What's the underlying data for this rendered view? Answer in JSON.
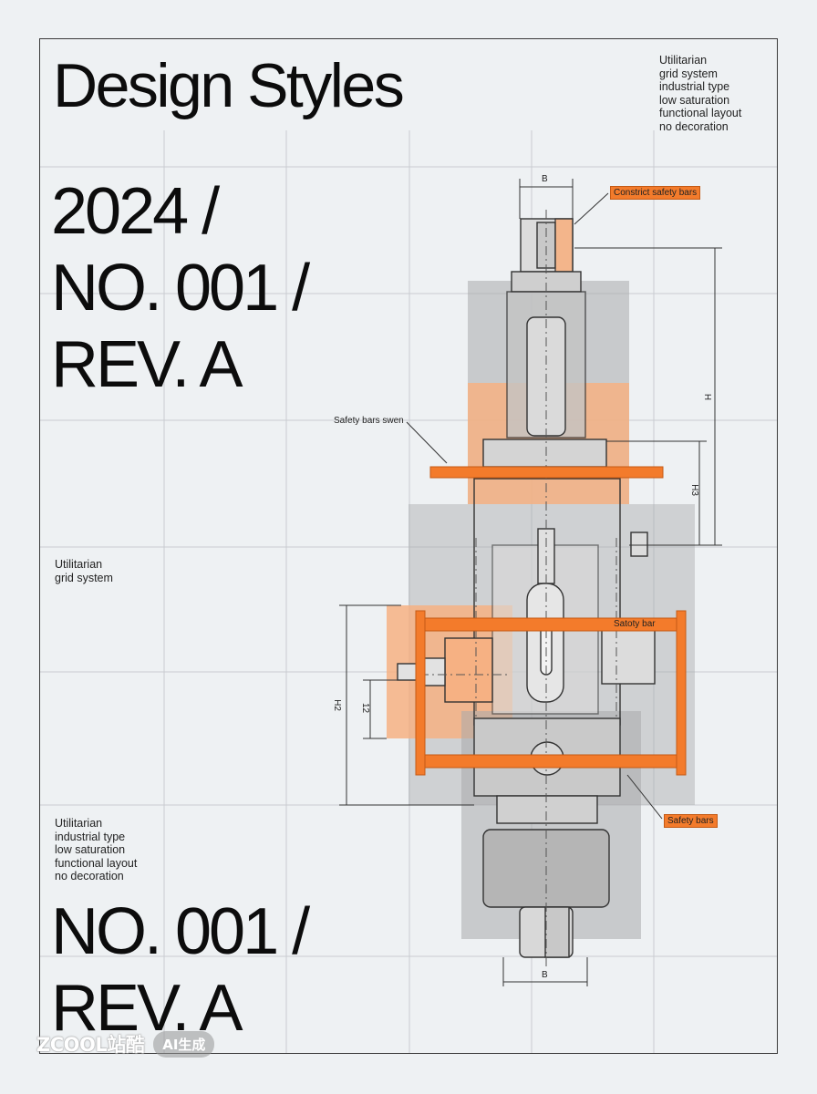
{
  "poster": {
    "title": "Design Styles",
    "headline_lines": [
      "2024 /",
      "NO. 001 /",
      "REV. A"
    ],
    "footer_lines": [
      "NO. 001 /",
      "REV. A"
    ],
    "notes_top_right": [
      "Utilitarian",
      "grid system",
      "industrial type",
      "low saturation",
      "functional layout",
      "no decoration"
    ],
    "notes_middle_left": [
      "Utilitarian",
      "grid system"
    ],
    "notes_bottom_left": [
      "Utilitarian",
      "industrial type",
      "low saturation",
      "functional layout",
      "no decoration"
    ]
  },
  "drawing": {
    "callout_top": "Constrict safety bars",
    "callout_bottom": "Safety bars",
    "label_sweep": "Safety bars swen",
    "label_bar": "Satoty bar",
    "dim_b_top": "B",
    "dim_b_bottom": "B",
    "dim_h": "H",
    "dim_h3": "H3",
    "dim_h2": "H2",
    "dim_12": "12"
  },
  "watermark": {
    "logo": "ZCOOL站酷",
    "badge": "AI生成"
  },
  "colors": {
    "background": "#eef1f3",
    "accent_orange": "#f37b2b",
    "translucent_orange": "#f6b183",
    "block_gray": "#a9aaac",
    "line": "#333333"
  }
}
